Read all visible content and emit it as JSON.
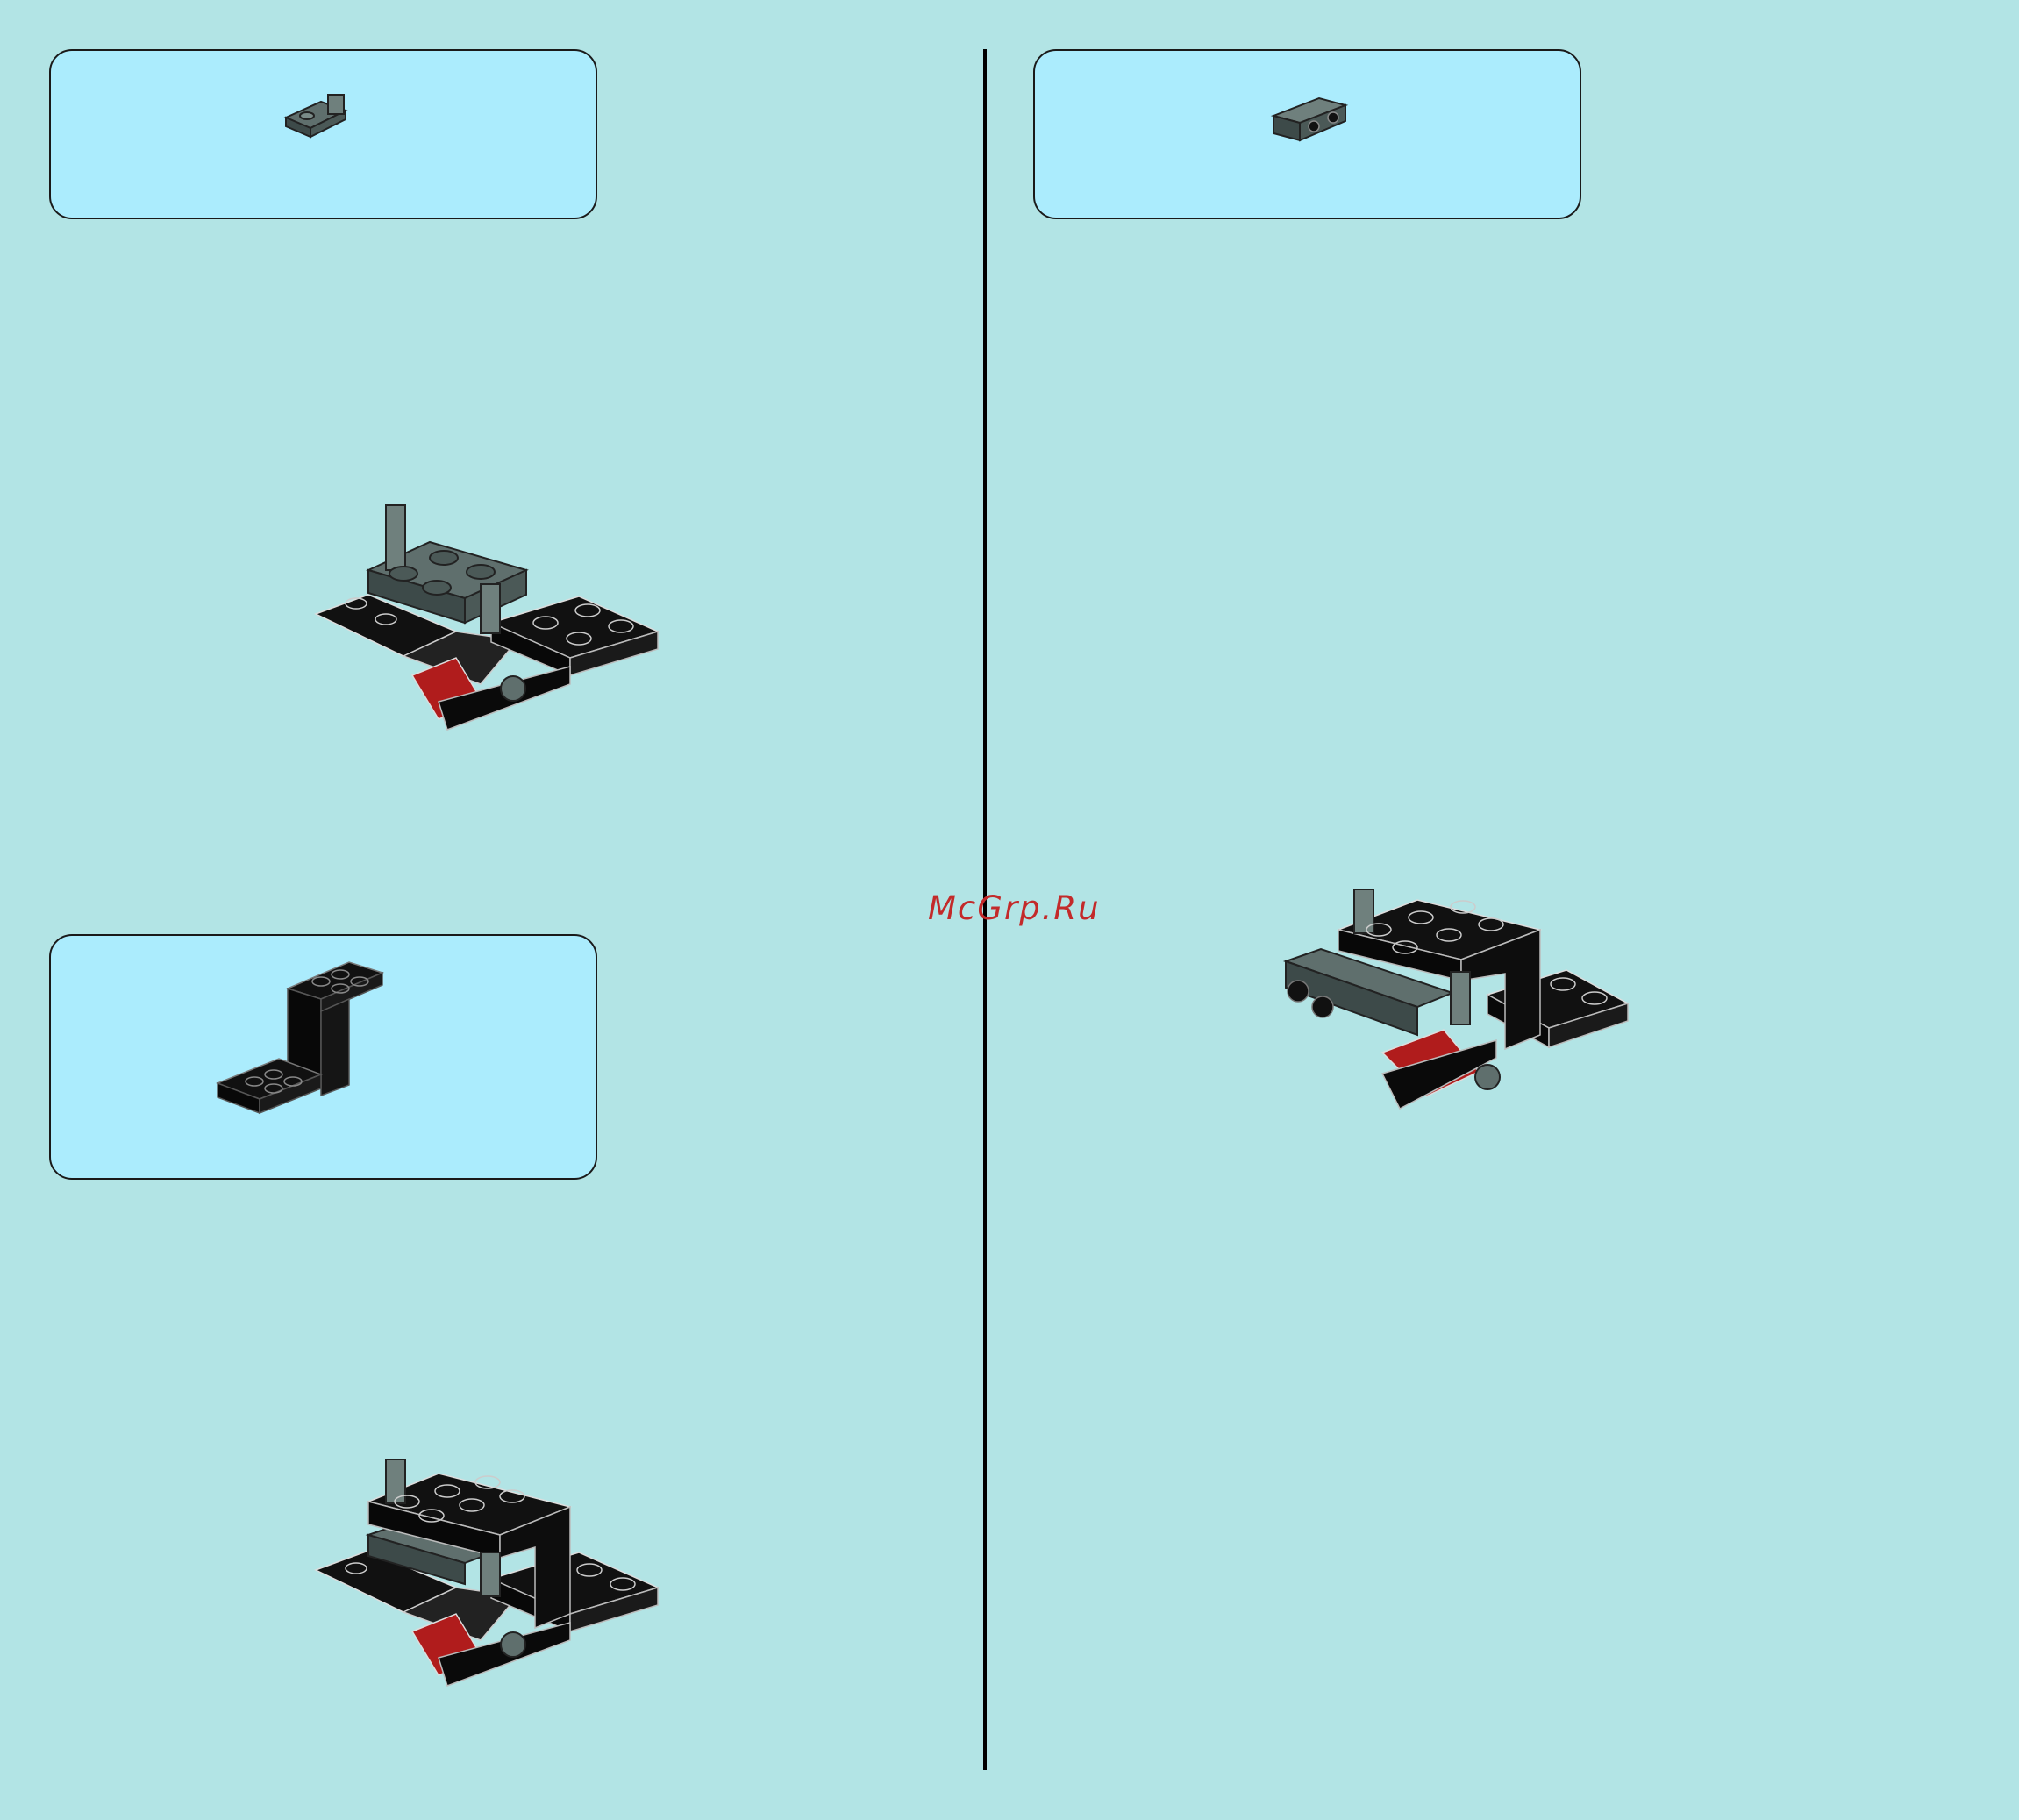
{
  "page": {
    "background_color": "#b2e4e5",
    "callout_color": "#abecfd",
    "watermark": "McGrp.Ru",
    "watermark_color": "#c32a2a"
  },
  "steps": [
    {
      "id": "step-a",
      "parts_needed": [
        "grey-plate-with-clip"
      ],
      "result": "base-with-grey-plate"
    },
    {
      "id": "step-b",
      "parts_needed": [
        "black-step-bracket"
      ],
      "result": "base-with-black-bracket"
    },
    {
      "id": "step-c",
      "parts_needed": [
        "grey-plate-with-studs-on-side"
      ],
      "result": "base-with-side-studs"
    }
  ],
  "icons": {
    "part_1": "grey-clip-plate-icon",
    "part_2": "grey-side-stud-plate-icon",
    "part_3": "black-bracket-icon"
  }
}
